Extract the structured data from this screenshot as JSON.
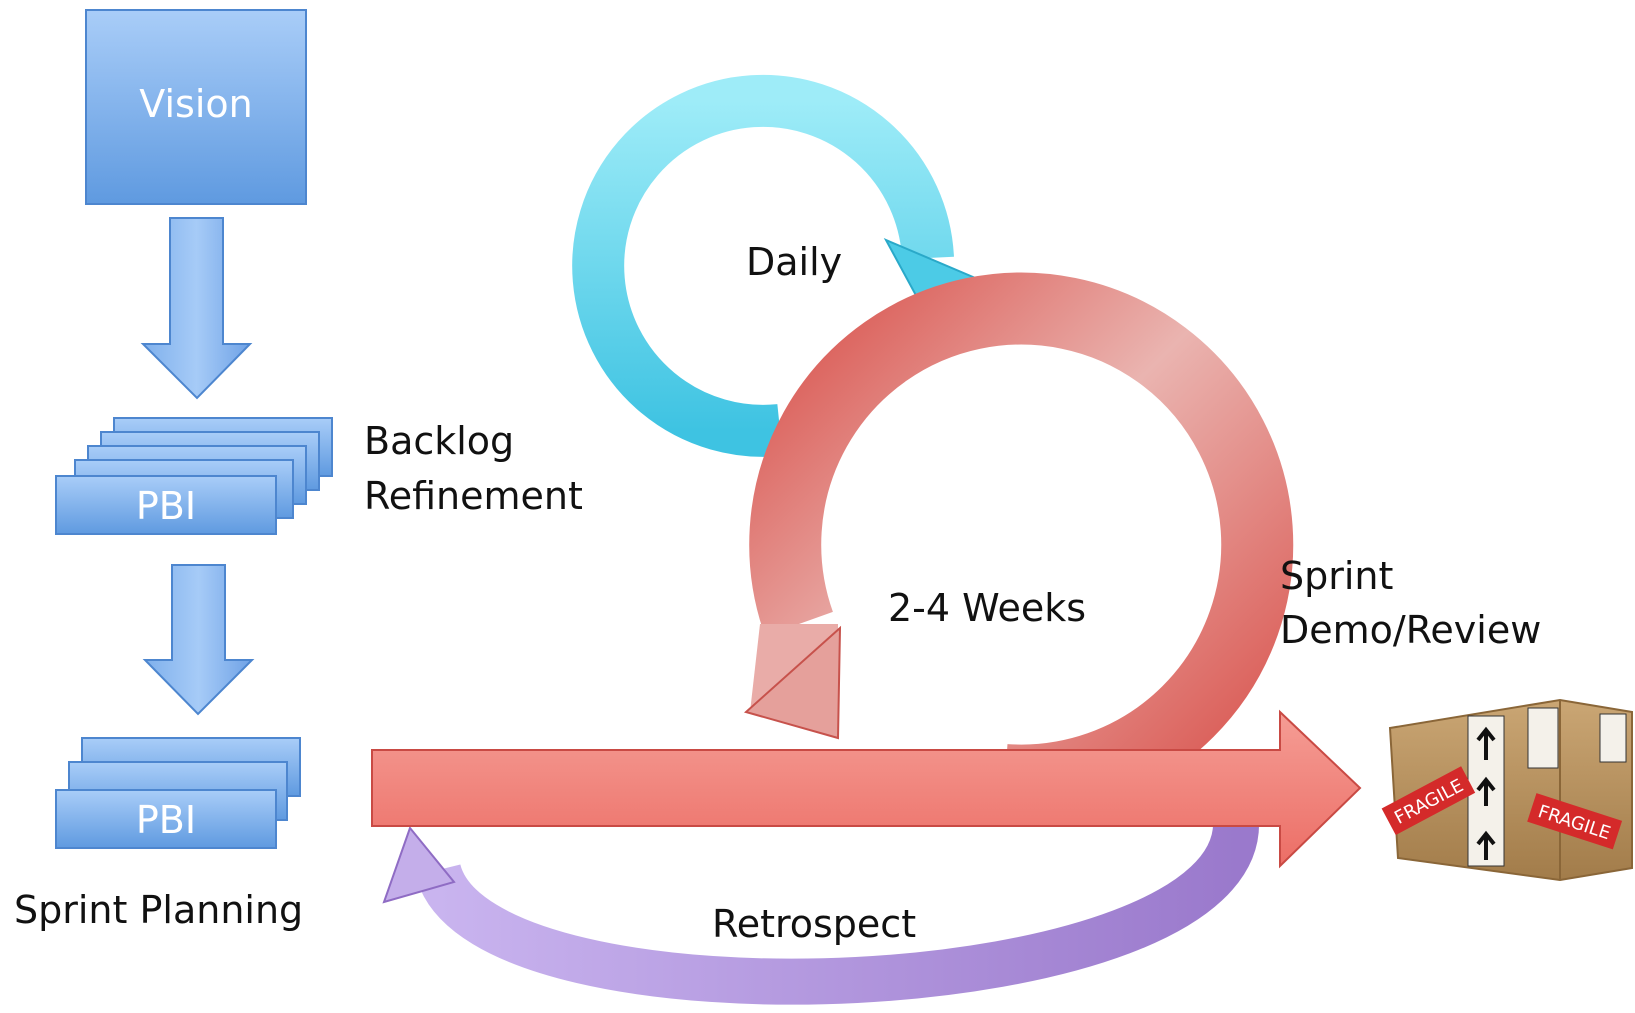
{
  "diagram": {
    "vision_label": "Vision",
    "pbi_backlog_label": "PBI",
    "pbi_sprint_label": "PBI",
    "backlog_refinement_line1": "Backlog",
    "backlog_refinement_line2": "Refinement",
    "sprint_planning_label": "Sprint Planning",
    "daily_label": "Daily",
    "weeks_label": "2-4 Weeks",
    "sprint_review_line1": "Sprint",
    "sprint_review_line2": "Demo/Review",
    "retrospect_label": "Retrospect",
    "box_sticker_1": "FRAGILE",
    "box_sticker_2": "FRAGILE"
  },
  "colors": {
    "blue_box": "#8db8ec",
    "cyan_cycle": "#5fd0ea",
    "red_cycle": "#e06a64",
    "red_arrow": "#f08880",
    "purple_arrow": "#a98ad6",
    "cardboard": "#b8905c",
    "fragile_red": "#d42a2a"
  }
}
